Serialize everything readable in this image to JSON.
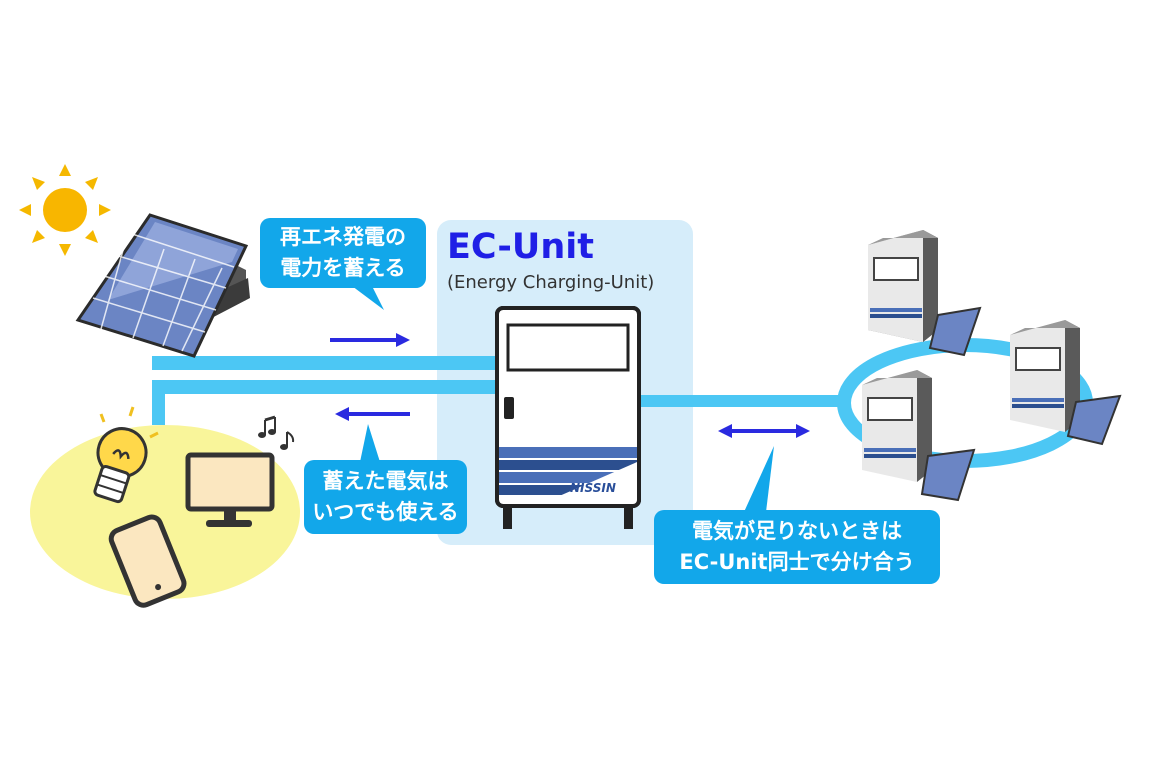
{
  "ec_unit": {
    "title": "EC-Unit",
    "subtitle": "(Energy Charging-Unit)",
    "brand": "NISSIN"
  },
  "callouts": {
    "store": {
      "lines": [
        "再エネ発電の",
        "電力を蓄える"
      ]
    },
    "use": {
      "lines": [
        "蓄えた電気は",
        "いつでも使える"
      ]
    },
    "share": {
      "lines": [
        "電気が足りないときは",
        "EC-Unit同士で分け合う"
      ]
    }
  },
  "colors": {
    "callout_bg": "#12a7ea",
    "line": "#4cc7f4",
    "panel_bg": "#d6edfa",
    "title": "#1f1fe6",
    "arrow": "#2a2ae0"
  },
  "icons": [
    "sun-icon",
    "solar-panel-icon",
    "light-bulb-icon",
    "monitor-icon",
    "tablet-icon",
    "music-notes-icon",
    "ec-unit-cabinet-icon",
    "networked-units-icon"
  ]
}
